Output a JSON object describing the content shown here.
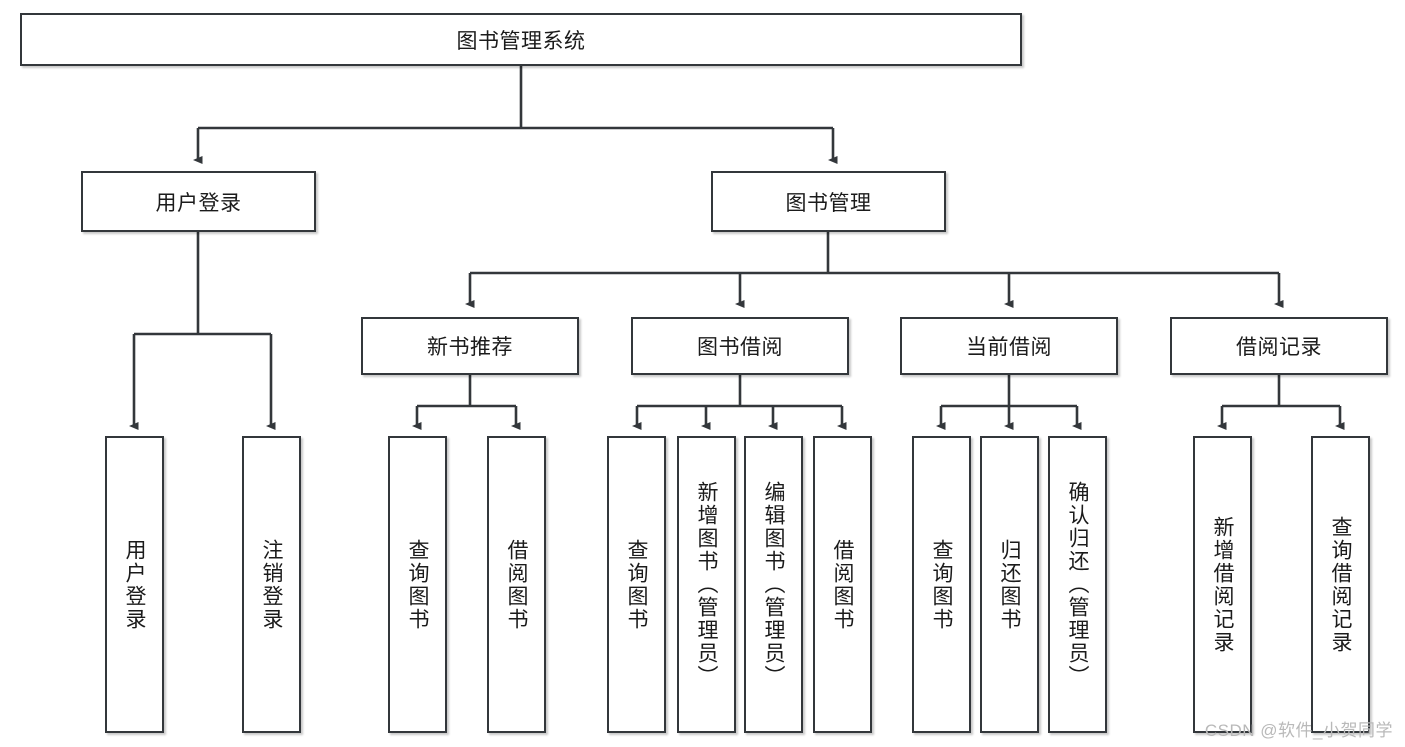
{
  "diagram": {
    "title": "图书管理系统",
    "type": "tree-hierarchy-diagram",
    "watermark": "CSDN @软件_小贺同学",
    "colors": {
      "box_border": "#33373b",
      "box_fill": "#ffffff",
      "connector": "#33373b",
      "text": "#1b1b1b",
      "watermark": "#b9b9b9"
    },
    "root": {
      "label": "图书管理系统"
    },
    "level2": [
      {
        "label": "用户登录"
      },
      {
        "label": "图书管理"
      }
    ],
    "level3": [
      {
        "label": "新书推荐"
      },
      {
        "label": "图书借阅"
      },
      {
        "label": "当前借阅"
      },
      {
        "label": "借阅记录"
      }
    ],
    "leaves": {
      "user_login": [
        {
          "label": "用户登录"
        },
        {
          "label": "注销登录"
        }
      ],
      "new_book_recommend": [
        {
          "label": "查询图书"
        },
        {
          "label": "借阅图书"
        }
      ],
      "book_borrow": [
        {
          "label": "查询图书"
        },
        {
          "label": "新增图书（管理员）"
        },
        {
          "label": "编辑图书（管理员）"
        },
        {
          "label": "借阅图书"
        }
      ],
      "current_borrow": [
        {
          "label": "查询图书"
        },
        {
          "label": "归还图书"
        },
        {
          "label": "确认归还（管理员）"
        }
      ],
      "borrow_records": [
        {
          "label": "新增借阅记录"
        },
        {
          "label": "查询借阅记录"
        }
      ]
    }
  }
}
